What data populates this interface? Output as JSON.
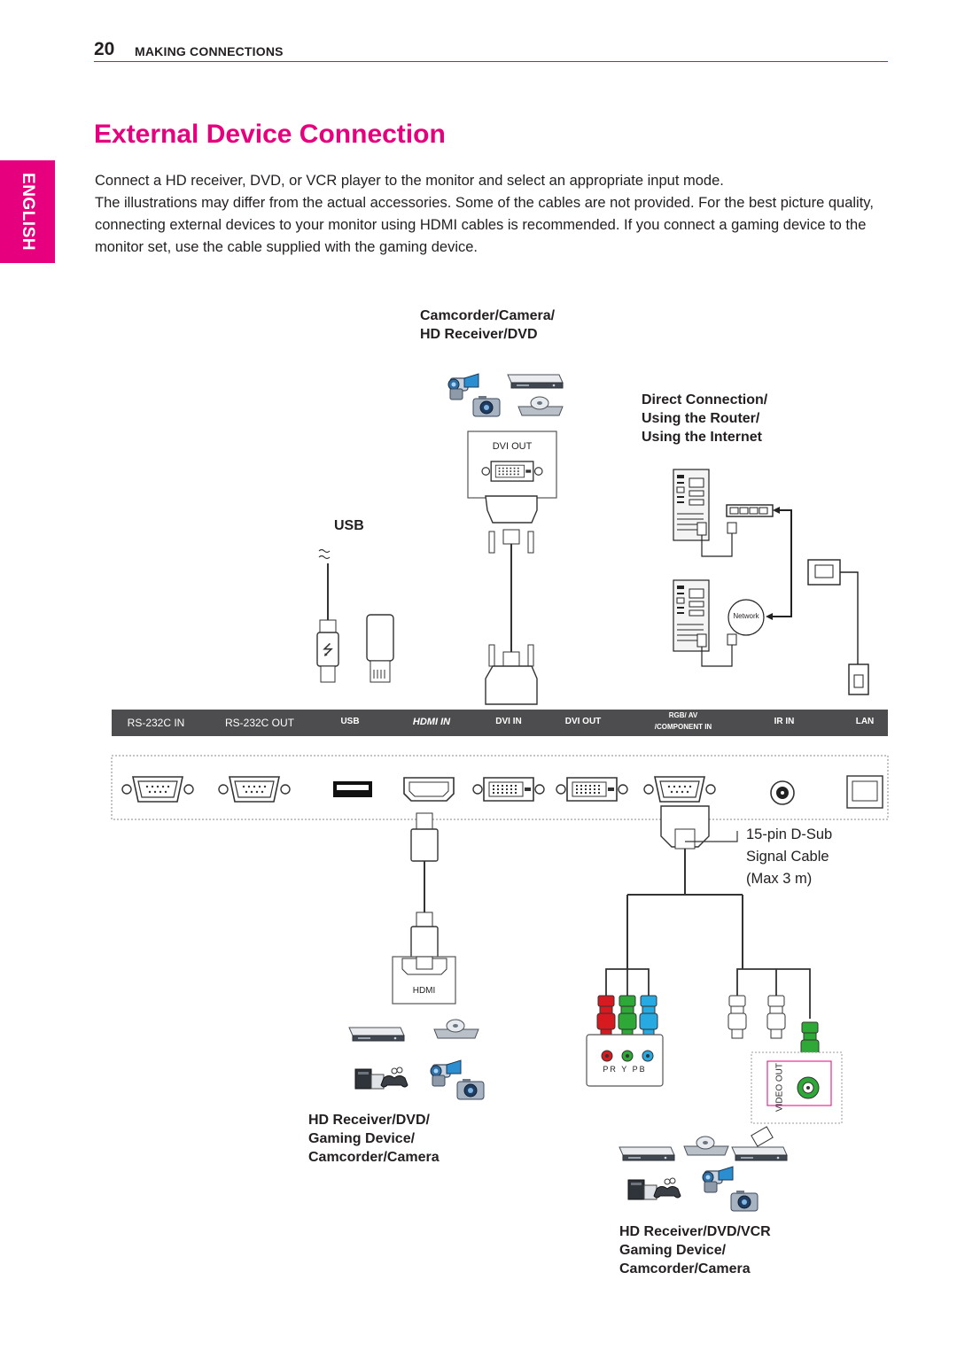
{
  "header": {
    "page_number": "20",
    "section": "MAKING CONNECTIONS"
  },
  "language_tab": "ENGLISH",
  "title": "External Device Connection",
  "intro": {
    "p1": "Connect a HD receiver, DVD, or VCR player to the monitor and select an appropriate input mode.",
    "p2": "The illustrations may differ from the actual accessories. Some of the cables are not provided. For the best picture quality, connecting external devices to your monitor using HDMI cables is recommended. If you connect a gaming device to the monitor set, use the cable supplied with the gaming device."
  },
  "diagram": {
    "top_devices_label_line1": "Camcorder/Camera/",
    "top_devices_label_line2": "HD Receiver/DVD",
    "dvi_out_box": "DVI OUT",
    "network_label_line1": "Direct Connection/",
    "network_label_line2": "Using the Router/",
    "network_label_line3": "Using the Internet",
    "network_bubble": "Network",
    "usb_label": "USB",
    "ports": {
      "rs232c_in": "RS-232C IN",
      "rs232c_out": "RS-232C OUT",
      "usb": "USB",
      "hdmi_in": "HDMI IN",
      "dvi_in": "DVI IN",
      "dvi_out": "DVI OUT",
      "rgb_av_line1": "RGB/ AV",
      "rgb_av_line2": "/COMPONENT IN",
      "ir_in": "IR IN",
      "lan": "LAN"
    },
    "dsub_label_line1": "15-pin D-Sub",
    "dsub_label_line2": "Signal Cable",
    "dsub_label_line3": "(Max 3 m)",
    "hdmi_box": "HDMI",
    "component_jacks": "PR  Y  PB",
    "video_out": "VIDEO OUT",
    "hdmi_devices_line1": "HD Receiver/DVD/",
    "hdmi_devices_line2": "Gaming Device/",
    "hdmi_devices_line3": "Camcorder/Camera",
    "component_devices_line1": "HD Receiver/DVD/VCR",
    "component_devices_line2": "Gaming Device/",
    "component_devices_line3": "Camcorder/Camera"
  },
  "colors": {
    "accent": "#e6007e",
    "port_bar": "#4d4d4f",
    "red_plug": "#d71920",
    "green_plug": "#2ea836",
    "blue_plug": "#27a9e1"
  }
}
